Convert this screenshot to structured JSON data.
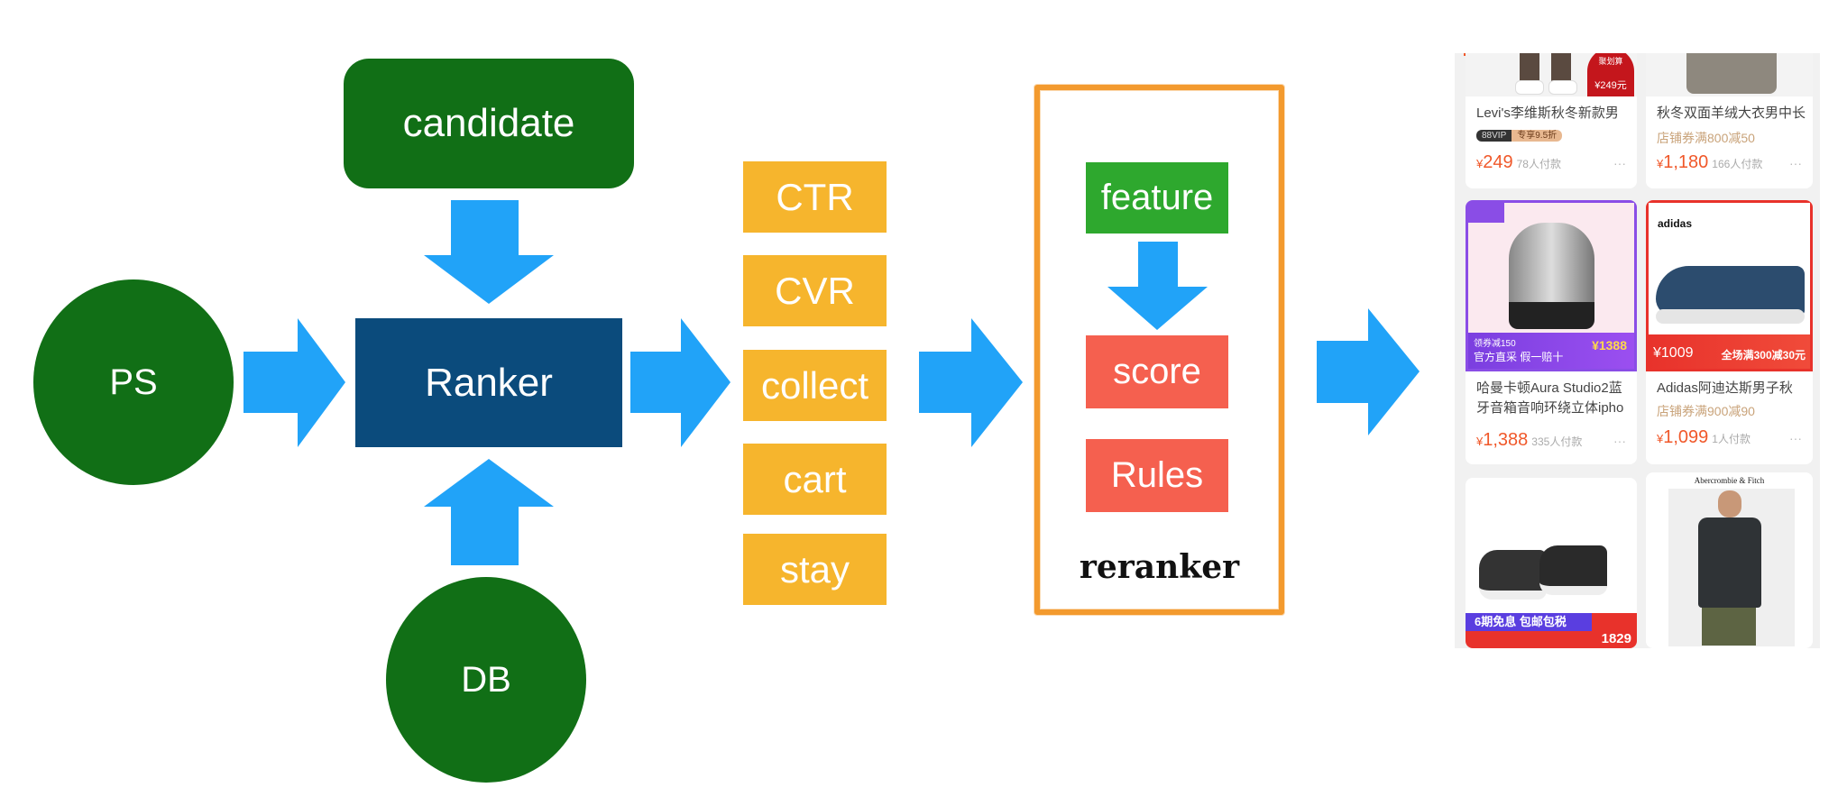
{
  "nodes": {
    "ps": "PS",
    "db": "DB",
    "candidate": "candidate",
    "ranker": "Ranker"
  },
  "metrics": [
    "CTR",
    "CVR",
    "collect",
    "cart",
    "stay"
  ],
  "reranker": {
    "feature": "feature",
    "score": "score",
    "rules": "Rules",
    "label": "reranker"
  },
  "colors": {
    "node_green": "#116f16",
    "ranker_blue": "#0b4b7c",
    "arrow_blue": "#21a3f8",
    "metric_orange": "#f6b52d",
    "feature_green": "#2ea82e",
    "score_red": "#f5604f",
    "reranker_border": "#f39a2e",
    "price_orange": "#f0582a"
  },
  "products": [
    {
      "badge": "聚划算",
      "badge_price": "¥249元",
      "title": "Levi's李维斯秋冬新款男",
      "vip": "88VIP",
      "vip_discount": "专享9.5折",
      "price": "249",
      "sold": "78人付款",
      "more": "···"
    },
    {
      "title": "秋冬双面羊绒大衣男中长",
      "promo": "店铺券满800减50",
      "price": "1,180",
      "sold": "166人付款",
      "more": "···"
    },
    {
      "overlay_top": "领券减150",
      "overlay_main": "官方直采 假一赔十",
      "overlay_price": "¥1388",
      "title": "哈曼卡顿Aura Studio2蓝牙音箱音响环绕立体ipho",
      "price": "1,388",
      "sold": "335人付款",
      "more": "···"
    },
    {
      "brand": "adidas",
      "overlay_price": "¥1009",
      "overlay_main": "全场满300减30元",
      "title": "Adidas阿迪达斯男子秋",
      "promo": "店铺券满900减90",
      "price": "1,099",
      "sold": "1人付款",
      "more": "···"
    },
    {
      "overlay_main": "6期免息 包邮包税",
      "overlay_price": "1829"
    },
    {
      "brand": "Abercrombie & Fitch"
    }
  ]
}
